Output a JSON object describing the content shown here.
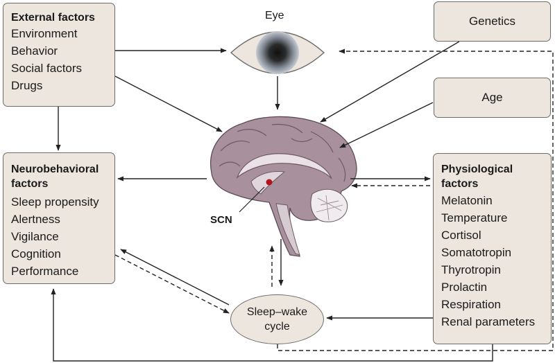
{
  "external": {
    "title": "External factors",
    "items": [
      "Environment",
      "Behavior",
      "Social factors",
      "Drugs"
    ]
  },
  "genetics": {
    "label": "Genetics"
  },
  "age": {
    "label": "Age"
  },
  "eye": {
    "label": "Eye"
  },
  "brain": {
    "scn_label": "SCN"
  },
  "neuro": {
    "title_line1": "Neurobehavioral",
    "title_line2": "factors",
    "items": [
      "Sleep propensity",
      "Alertness",
      "Vigilance",
      "Cognition",
      "Performance"
    ]
  },
  "physio": {
    "title_line1": "Physiological",
    "title_line2": "factors",
    "items": [
      "Melatonin",
      "Temperature",
      "Cortisol",
      "Somatotropin",
      "Thyrotropin",
      "Prolactin",
      "Respiration",
      "Renal parameters"
    ]
  },
  "sleep": {
    "line1": "Sleep–wake",
    "line2": "cycle"
  },
  "colors": {
    "box_fill": "#ede6df",
    "brain_fill": "#a8919c",
    "scn_dot": "#b3131b",
    "line": "#222222"
  }
}
